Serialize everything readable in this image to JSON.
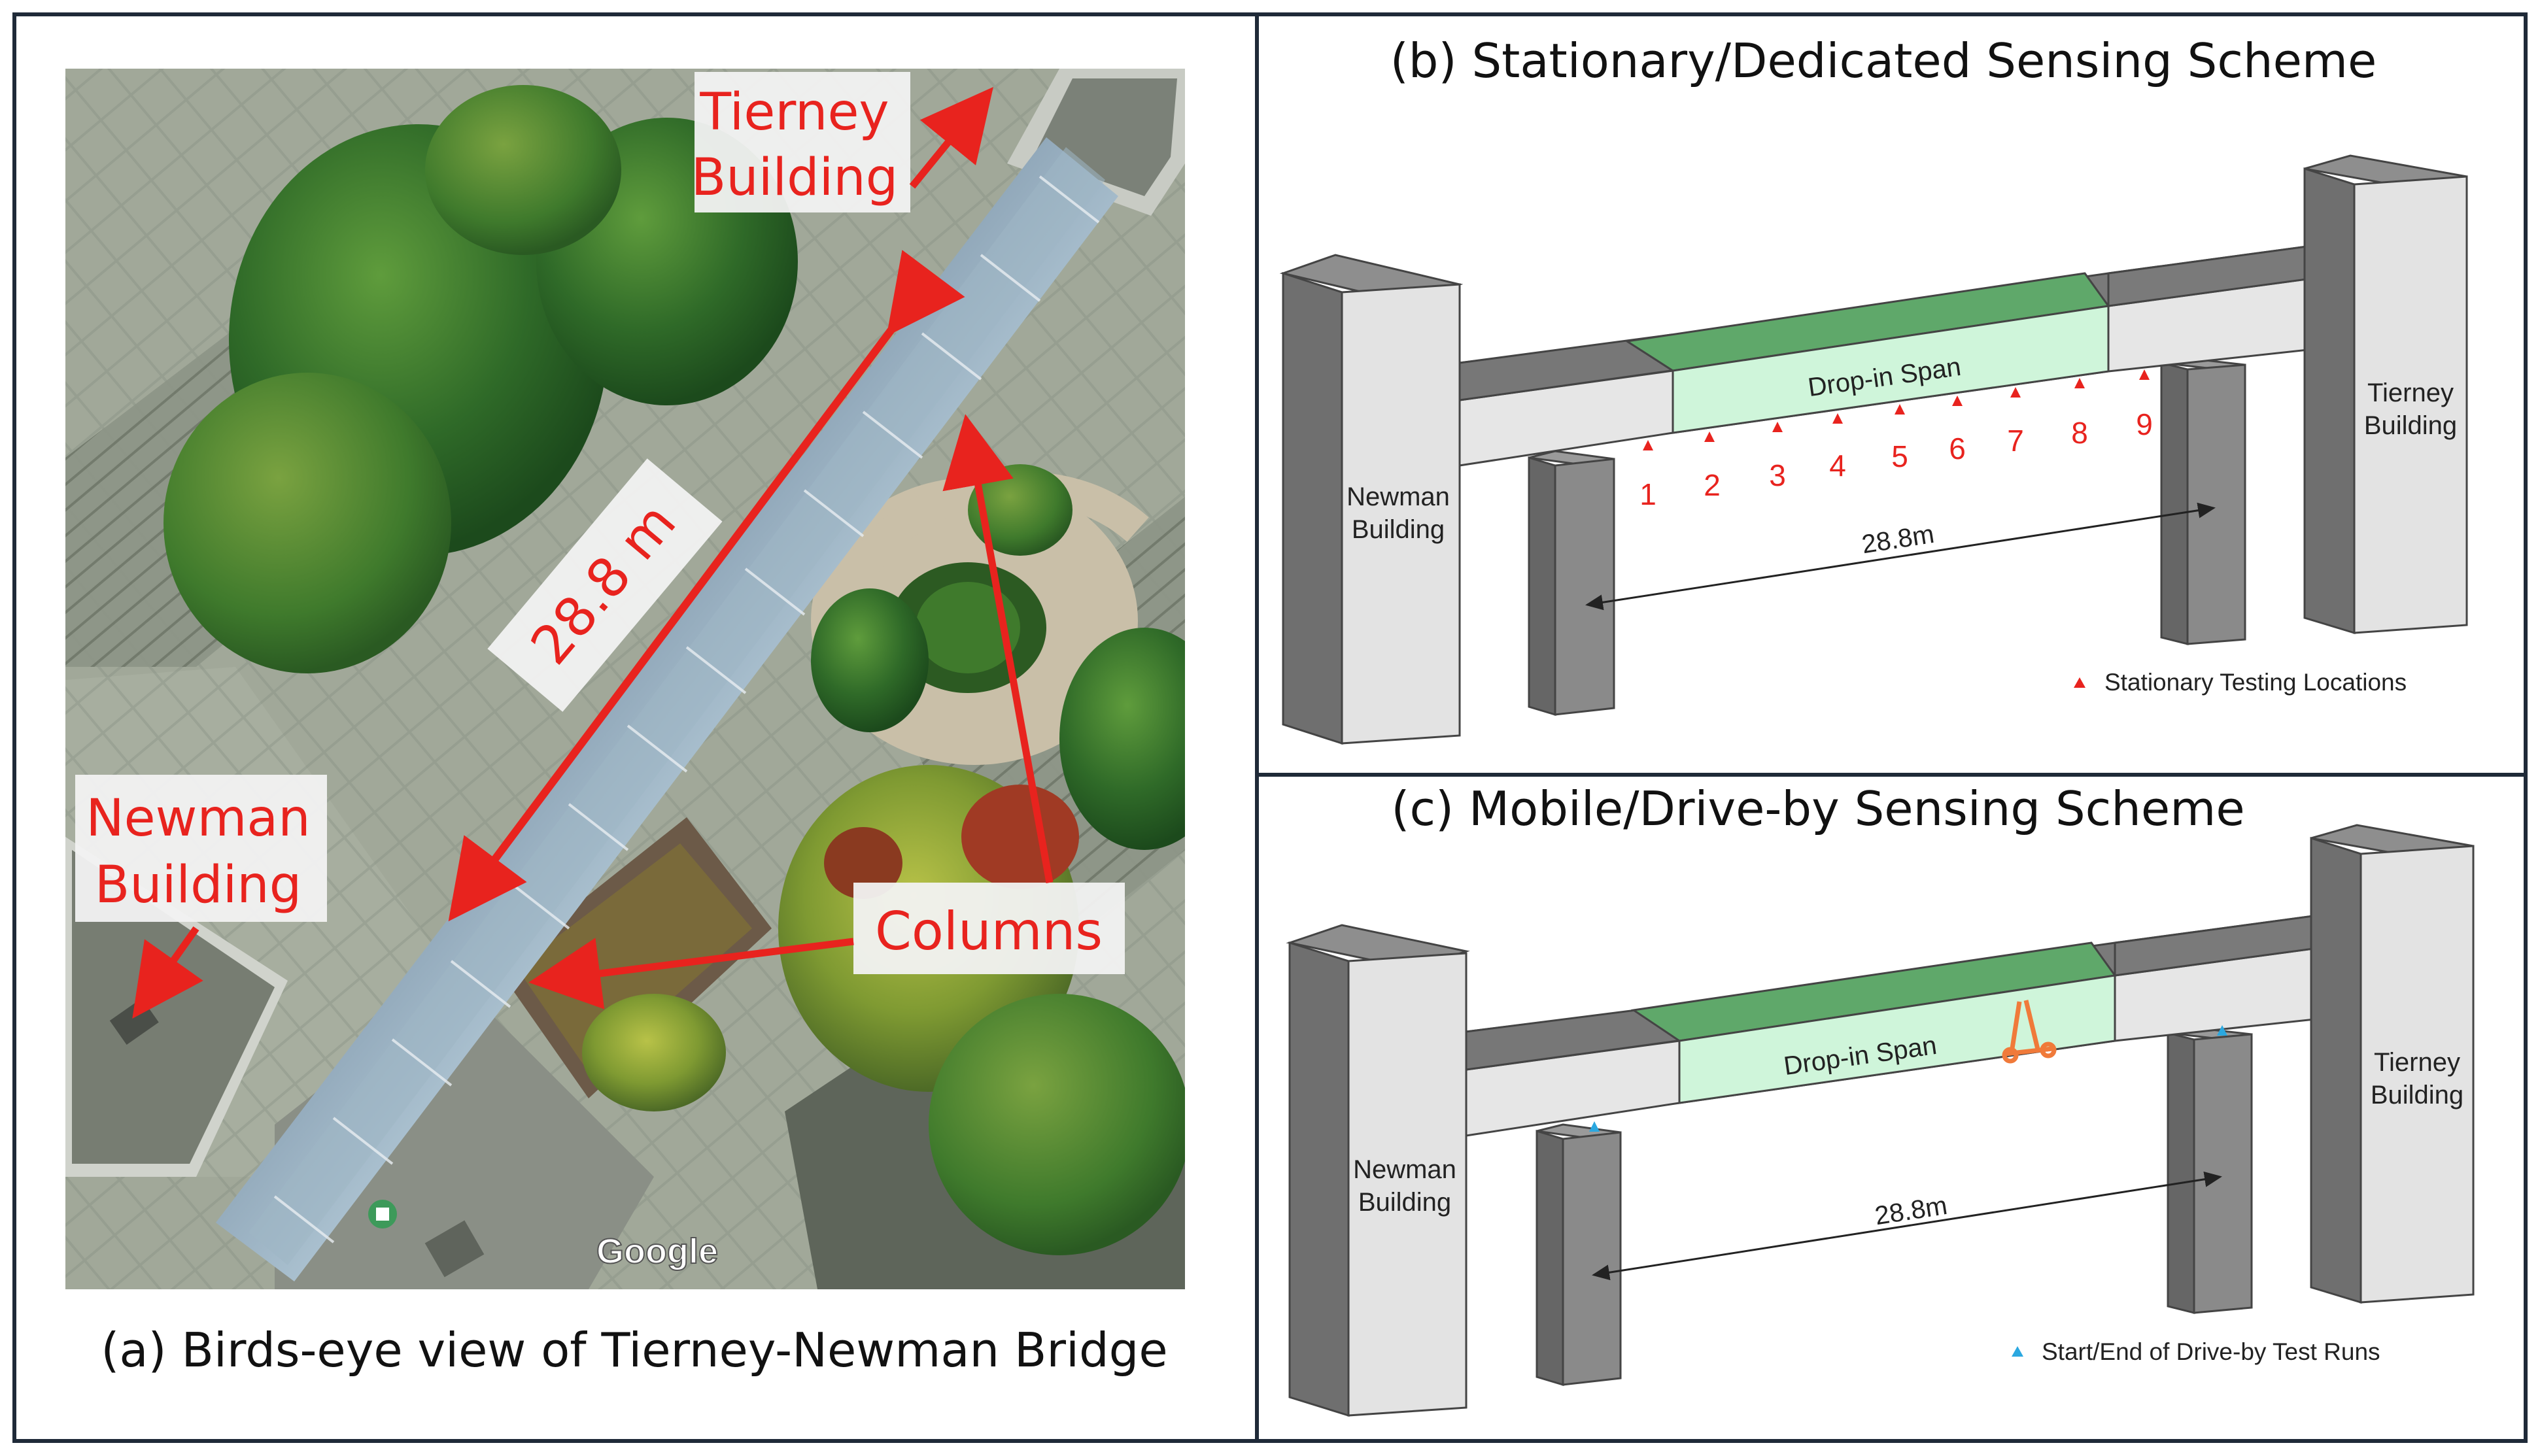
{
  "panel_a": {
    "caption": "(a) Birds-eye view of Tierney-Newman Bridge",
    "label_tierney_line1": "Tierney",
    "label_tierney_line2": "Building",
    "label_newman_line1": "Newman",
    "label_newman_line2": "Building",
    "label_length": "28.8 m",
    "label_columns": "Columns",
    "map_attribution": "Google"
  },
  "panel_b": {
    "caption": "(b) Stationary/Dedicated Sensing Scheme",
    "newman_line1": "Newman",
    "newman_line2": "Building",
    "tierney_line1": "Tierney",
    "tierney_line2": "Building",
    "span_label": "Drop-in Span",
    "length_label": "28.8m",
    "locations": [
      "1",
      "2",
      "3",
      "4",
      "5",
      "6",
      "7",
      "8",
      "9"
    ],
    "legend": "Stationary Testing Locations"
  },
  "panel_c": {
    "caption": "(c) Mobile/Drive-by Sensing Scheme",
    "newman_line1": "Newman",
    "newman_line2": "Building",
    "tierney_line1": "Tierney",
    "tierney_line2": "Building",
    "span_label": "Drop-in Span",
    "length_label": "28.8m",
    "legend": "Start/End of Drive-by Test Runs"
  },
  "colors": {
    "annotation_red": "#e8231e",
    "span_light": "#cff5da",
    "span_top": "#5fa86a",
    "marker_blue": "#2ba8e0",
    "scooter": "#f07a3a"
  }
}
